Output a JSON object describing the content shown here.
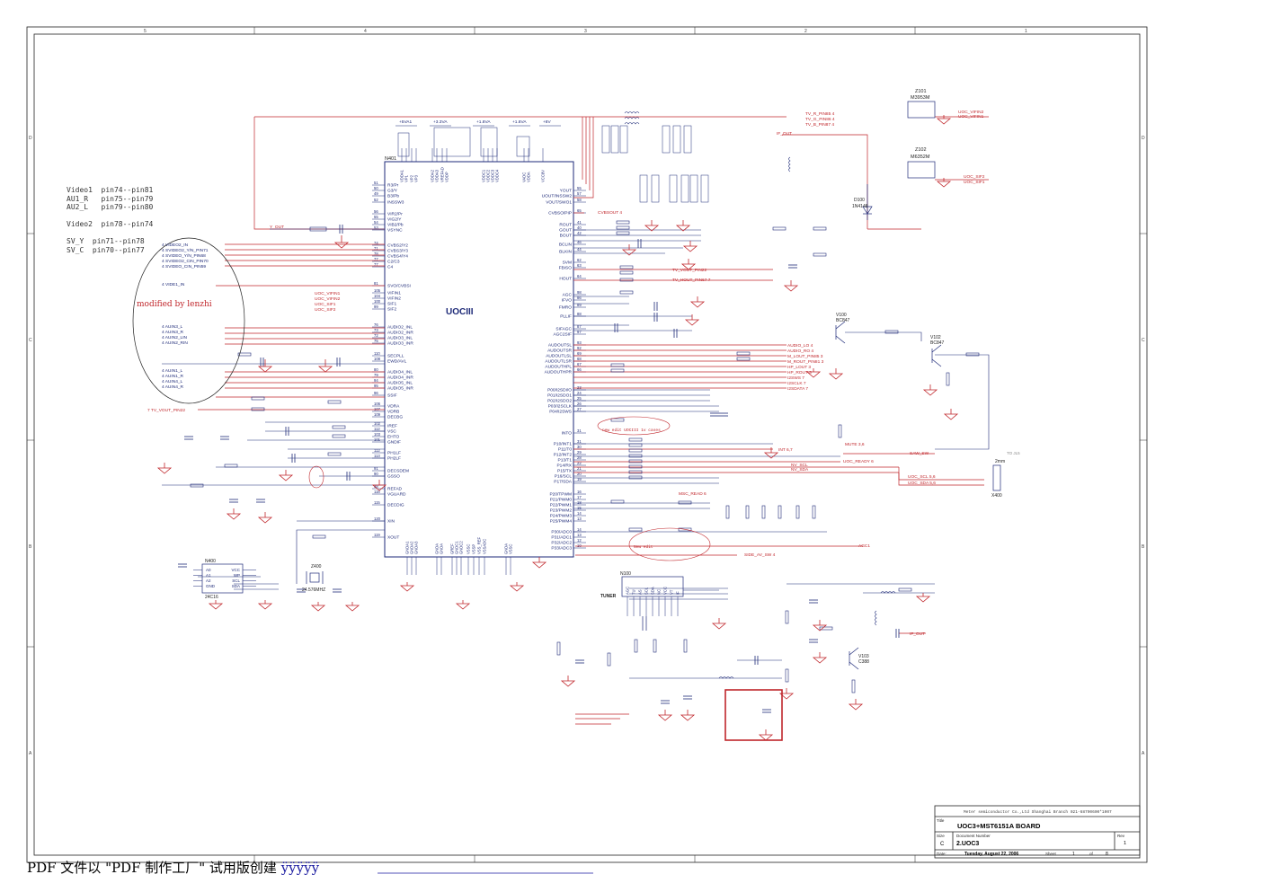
{
  "notes": {
    "lines": [
      "Video1  pin74--pin81",
      "AU1_R   pin75--pin79",
      "AU2_L   pin79--pin80",
      "",
      "Video2  pin78--pin74",
      "",
      "SV_Y  pin71--pin78",
      "SV_C  pin70--pin77"
    ],
    "modified": "modified by lenzhi"
  },
  "ic_main": {
    "ref": "N401",
    "name": "UOCIII",
    "left_pins": [
      {
        "num": "51",
        "name": "R3/Pr"
      },
      {
        "num": "50",
        "name": "G3/Y"
      },
      {
        "num": "49",
        "name": "B3/Pb"
      },
      {
        "num": "52",
        "name": "INSSW3"
      },
      {
        "num": "56",
        "name": "VIR2/Pr"
      },
      {
        "num": "55",
        "name": "VIG2/Y"
      },
      {
        "num": "54",
        "name": "VIB2/Pb"
      },
      {
        "num": "53",
        "name": "VSYNC"
      },
      {
        "num": "74",
        "name": "CVBS2/Y2"
      },
      {
        "num": "71",
        "name": "CVBS3/Y3"
      },
      {
        "num": "78",
        "name": "CVBS4/Y4"
      },
      {
        "num": "77",
        "name": "C2/C3"
      },
      {
        "num": "77",
        "name": "C4"
      },
      {
        "num": "81",
        "name": "SVO/CVBSI"
      },
      {
        "num": "105",
        "name": "VIFIN1"
      },
      {
        "num": "104",
        "name": "VIFIN2"
      },
      {
        "num": "100",
        "name": "SIF1"
      },
      {
        "num": "99",
        "name": "SIF2"
      },
      {
        "num": "76",
        "name": "AUDIO2_INL"
      },
      {
        "num": "73",
        "name": "AUDIO2_INR"
      },
      {
        "num": "72",
        "name": "AUDIO3_INL"
      },
      {
        "num": "75",
        "name": "AUDIO3_INR"
      },
      {
        "num": "110",
        "name": "SECPLL"
      },
      {
        "num": "108",
        "name": "EWD/AVL"
      },
      {
        "num": "80",
        "name": "AUDIO4_INL"
      },
      {
        "num": "79",
        "name": "AUDIO4_INR"
      },
      {
        "num": "94",
        "name": "AUDIO5_INL"
      },
      {
        "num": "95",
        "name": "AUDIO5_INR"
      },
      {
        "num": "96",
        "name": "SSIF"
      },
      {
        "num": "106",
        "name": "VDRA"
      },
      {
        "num": "107",
        "name": "VDRB"
      },
      {
        "num": "109",
        "name": "DECBG"
      },
      {
        "num": "102",
        "name": "IREF"
      },
      {
        "num": "112",
        "name": "VSC"
      },
      {
        "num": "103",
        "name": "EHTO"
      },
      {
        "num": "101",
        "name": "GNDIF"
      },
      {
        "num": "112",
        "name": "PH1LF"
      },
      {
        "num": "113",
        "name": "PH2LF"
      },
      {
        "num": "91",
        "name": "DECSDEM"
      },
      {
        "num": "90",
        "name": "GSSO"
      },
      {
        "num": "38",
        "name": "REFAD"
      },
      {
        "num": "118",
        "name": "VGUARD"
      },
      {
        "num": "115",
        "name": "DECDIG"
      },
      {
        "num": "120",
        "name": "XIN"
      },
      {
        "num": "119",
        "name": "XOUT"
      }
    ],
    "right_pins": [
      {
        "num": "55",
        "name": "YOUT"
      },
      {
        "num": "57",
        "name": "UOUT/INSSW2"
      },
      {
        "num": "58",
        "name": "VOUT/SWO1"
      },
      {
        "num": "65",
        "name": "CVBSO/PIP"
      },
      {
        "num": "41",
        "name": "ROUT"
      },
      {
        "num": "40",
        "name": "GOUT"
      },
      {
        "num": "42",
        "name": "BOUT"
      },
      {
        "num": "46",
        "name": "BCLIN"
      },
      {
        "num": "44",
        "name": "BLKIN"
      },
      {
        "num": "62",
        "name": "SVM"
      },
      {
        "num": "63",
        "name": "FBISO"
      },
      {
        "num": "64",
        "name": "HOUT"
      },
      {
        "num": "98",
        "name": "AGC"
      },
      {
        "num": "86",
        "name": "IFVO"
      },
      {
        "num": "89",
        "name": "FMRO"
      },
      {
        "num": "88",
        "name": "PLLIF"
      },
      {
        "num": "87",
        "name": "SIFAGC"
      },
      {
        "num": "97",
        "name": "AGC2SIF"
      },
      {
        "num": "93",
        "name": "AUDOUTSL"
      },
      {
        "num": "92",
        "name": "AUDOUTSR"
      },
      {
        "num": "69",
        "name": "AUDOUTLSL"
      },
      {
        "num": "68",
        "name": "AUDOUTLSR"
      },
      {
        "num": "67",
        "name": "AUDOUTHPL"
      },
      {
        "num": "66",
        "name": "AUDOUTHPR"
      },
      {
        "num": "23",
        "name": "P00/I2SDI/O"
      },
      {
        "num": "24",
        "name": "P01/I2SDO1"
      },
      {
        "num": "25",
        "name": "P02/I2SDO2"
      },
      {
        "num": "26",
        "name": "P03/I2SCLK"
      },
      {
        "num": "27",
        "name": "P04/I2SWS"
      },
      {
        "num": "31",
        "name": "INTO"
      },
      {
        "num": "31",
        "name": "P10/INT1"
      },
      {
        "num": "30",
        "name": "P11/T0"
      },
      {
        "num": "29",
        "name": "P12/INT2"
      },
      {
        "num": "28",
        "name": "P13/T1"
      },
      {
        "num": "22",
        "name": "P14/RX"
      },
      {
        "num": "21",
        "name": "P15/TX"
      },
      {
        "num": "20",
        "name": "P16/SCL"
      },
      {
        "num": "19",
        "name": "P17/SDA"
      },
      {
        "num": "16",
        "name": "P20/TPWM"
      },
      {
        "num": "17",
        "name": "P21/PWM0"
      },
      {
        "num": "18",
        "name": "P22/PWM1"
      },
      {
        "num": "15",
        "name": "P23/PWM2"
      },
      {
        "num": "14",
        "name": "P24/PWM3"
      },
      {
        "num": "13",
        "name": "P25/PWM4"
      },
      {
        "num": "14",
        "name": "P30/ADC0"
      },
      {
        "num": "13",
        "name": "P31/ADC1"
      },
      {
        "num": "12",
        "name": "P32/ADC2"
      },
      {
        "num": "10",
        "name": "P33/ADC3"
      }
    ],
    "top_pins": [
      "VDDA1",
      "VP1",
      "VP2",
      "VP3",
      "VDDA2",
      "VDDA3",
      "VREFAD",
      "VDDP",
      "VDDC1",
      "VDDC2",
      "VDDC3",
      "VDDC4",
      "VADC",
      "VDDA",
      "VCC8V"
    ],
    "bottom_pins": [
      "GNDA1",
      "GNDA2",
      "GNDA3",
      "GNDA",
      "GNDA",
      "GREF",
      "GNDC1",
      "GNDC2",
      "VSSC",
      "VSSP",
      "VSS_REF",
      "VSSADC",
      "GNDA",
      "VSSC"
    ]
  },
  "rails": [
    "+5VA1",
    "+3.3VA",
    "+1.8VA",
    "+1.8VA",
    "+8V"
  ],
  "signals_left": [
    "4  VIDEO2_IN",
    "4  SVIDEO2_Y/N_PIN71",
    "4  SVIDEO_Y/N_PIN68",
    "4  SVIDEO2_CIN_PIN70",
    "4  SVIDEO_CIN_PIN59",
    "4  VIDE1_IN",
    "4  AUIN3_L",
    "4  AUIN3_R",
    "4  AUIN2_LIN",
    "4  AUIN2_RIN",
    "4  AUIN1_L",
    "4  AUIN1_R",
    "4  AUIN4_L",
    "4  AUIN4_R",
    "7  TV_VOUT_PIN22"
  ],
  "signals_red_left": [
    "UOC_VIFIN1",
    "UOC_VIFIN2",
    "UOC_SIF1",
    "UOC_SIF2",
    "Y_OUT",
    "TV_VOUT_PIN22"
  ],
  "signals_right": [
    "TV_R_PIN85  4",
    "TV_G_PIN86  4",
    "TV_B_PIN87  4",
    "IF_OUT",
    "CVBSOUT  4",
    "TV_VOUT_PIN22",
    "TV_HOUT_PIN67  7",
    "AUDIO_LO  4",
    "AUDIO_RO  4",
    "M_LOUT_PIN85  3",
    "M_ROUT_PIN81  3",
    "HP_LOUT  3",
    "HP_ROUT  3",
    "I2SWS  7",
    "I2SCLK  7",
    "I2SDATA  7",
    "INT  6,7",
    "UOC_READY  6",
    "NV_SCL",
    "NV_SDA",
    "UOC_SCL  5,6",
    "UOC_SDA  5,6",
    "MSC_READ  6",
    "SIDE_AV_SW  4",
    "MUTE  3,6",
    "SAW_SW",
    "AGC1",
    "UOC_VIFIN2",
    "UOC_VIFIN1",
    "UOC_SIF2",
    "UOC_SIF1",
    "IF_OUT"
  ],
  "parts": {
    "z101": {
      "ref": "Z101",
      "val": "M3953M"
    },
    "z102": {
      "ref": "Z102",
      "val": "M6352M"
    },
    "n100": {
      "ref": "N100",
      "label": "TUNER",
      "pins": [
        "AGC",
        "TU",
        "AS",
        "SCL",
        "SDA",
        "NC",
        "VCC",
        "VT",
        "IF"
      ]
    },
    "n400": {
      "ref": "N400",
      "val": "24C16",
      "pins_l": [
        "A0",
        "A1",
        "A2",
        "GND"
      ],
      "pins_r": [
        "VCC",
        "WP",
        "SCL",
        "SDA"
      ]
    },
    "z400": {
      "ref": "Z400",
      "val": "24.576MHZ"
    },
    "v100": {
      "ref": "V100",
      "val": "BC847"
    },
    "v102": {
      "ref": "V102",
      "val": "BC847"
    },
    "v103": {
      "ref": "V103",
      "val": "C388"
    },
    "d100": {
      "ref": "D100",
      "val": "1N4148"
    },
    "x400": {
      "ref": "X400",
      "val": "2mm"
    }
  },
  "annotations": {
    "new_edit_1": "new edit UOCIII 1v cases",
    "new_edit_2": "New edit",
    "jumper": "TO JL5"
  },
  "title_block": {
    "company": "Meter semiconductor Co.,Ltd Shanghai Branch 021-68790600*1007",
    "title_label": "Title",
    "title": "UOC3+MST6151A BOARD",
    "size_label": "Size",
    "size": "C",
    "doc_label": "Document Number",
    "doc": "2.UOC3",
    "rev_label": "Rev",
    "rev": "1",
    "date_label": "Date:",
    "date": "Tuesday, August 22, 2006",
    "sheet_label": "Sheet",
    "sheet": "1",
    "of_label": "of",
    "of": "8"
  },
  "footer": {
    "text": "PDF 文件以 \"PDF 制作工厂\" 试用版创建 ",
    "link": "ÿÿÿÿÿ"
  }
}
